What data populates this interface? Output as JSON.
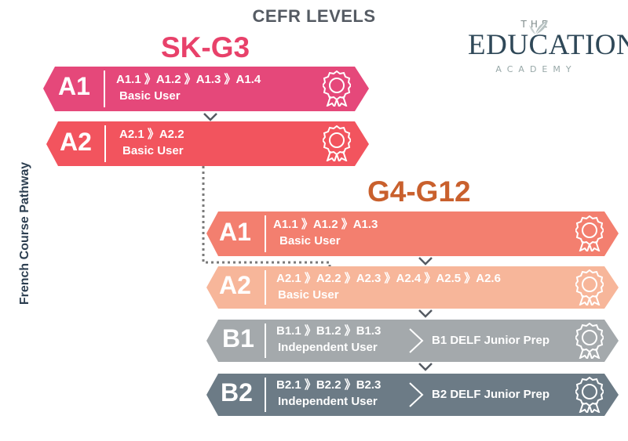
{
  "title": "CEFR LEVELS",
  "side_label": "French Course Pathway",
  "logo": {
    "line1": "THE",
    "line2": "EDUCATION",
    "line3": "ACADEMY"
  },
  "groups": [
    {
      "heading": "SK-G3",
      "levels": [
        {
          "code": "A1",
          "sublevels": "A1.1 》A1.2 》A1.3 》A1.4",
          "user": "Basic User",
          "color": "#e5487a"
        },
        {
          "code": "A2",
          "sublevels": "A2.1 》A2.2",
          "user": "Basic User",
          "color": "#f2545e"
        }
      ]
    },
    {
      "heading": "G4-G12",
      "levels": [
        {
          "code": "A1",
          "sublevels": "A1.1 》A1.2 》A1.3",
          "user": "Basic User",
          "color": "#f37f6f"
        },
        {
          "code": "A2",
          "sublevels": "A2.1 》A2.2 》A2.3 》A2.4 》A2.5 》A2.6",
          "user": "Basic User",
          "color": "#f7b69a"
        },
        {
          "code": "B1",
          "sublevels": "B1.1 》B1.2 》B1.3",
          "user": "Independent User",
          "prep": "B1 DELF Junior Prep",
          "color": "#a4a9ac"
        },
        {
          "code": "B2",
          "sublevels": "B2.1 》B2.2 》B2.3",
          "user": "Independent User",
          "prep": "B2 DELF Junior Prep",
          "color": "#6c7b86"
        }
      ]
    }
  ],
  "icons": {
    "badge": "award-ribbon-icon",
    "arrow": "chevron-down-icon",
    "logo": "leaf-icon"
  }
}
